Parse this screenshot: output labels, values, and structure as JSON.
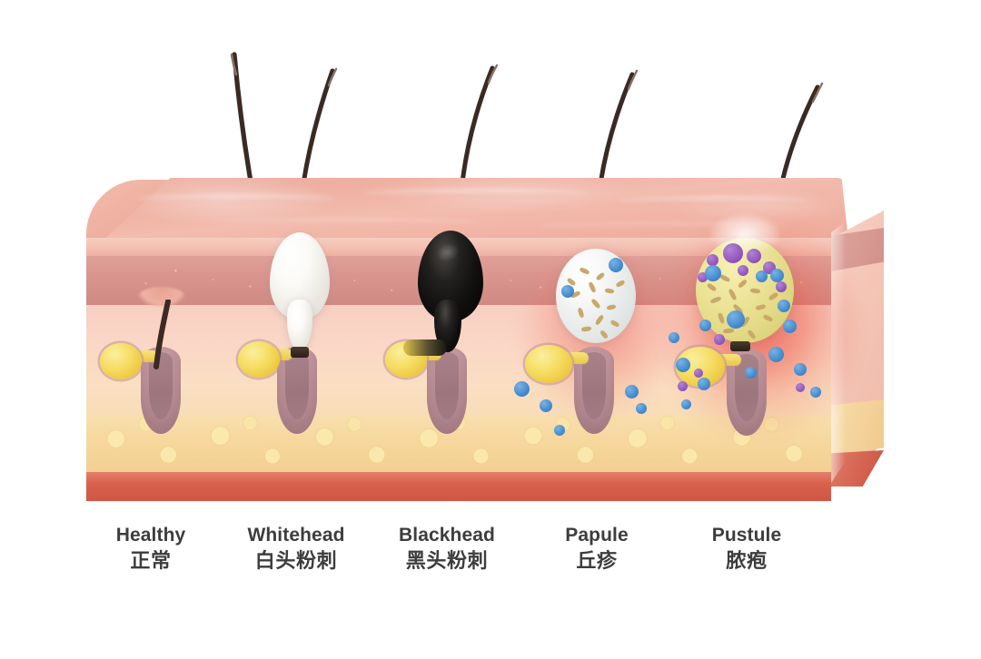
{
  "figure": {
    "type": "medical-illustration",
    "subject": "Cross-section of human skin showing five follicle states / acne lesion types",
    "background_color": "#ffffff"
  },
  "skin_block": {
    "layers": [
      {
        "name": "skin-surface",
        "color": "#f3c0b2"
      },
      {
        "name": "epidermis",
        "color": "#d9958e"
      },
      {
        "name": "dermis",
        "color": "#fad6c6"
      },
      {
        "name": "hypodermis-fat",
        "color": "#f6d79c"
      },
      {
        "name": "muscle-base",
        "color": "#d9614d"
      }
    ],
    "hair_color": "#3a2a22",
    "follicle_color": "#b98f96",
    "sebum_color": "#f6dd63"
  },
  "palette": {
    "inflammation_red": "#e84038",
    "immune_cell_blue": "#3f85c9",
    "immune_cell_purple": "#8e52b8",
    "bacteria_tan": "#c9a86a",
    "pus_yellow": "#eee79d",
    "comedone_white": "#fbfaf7",
    "comedone_black": "#100f0e",
    "label_text": "#3d3d3d"
  },
  "lesions": [
    {
      "id": "healthy",
      "label_en": "Healthy",
      "label_zh": "正常",
      "features": [
        "open follicle",
        "hair shaft",
        "normal sebaceous gland"
      ],
      "inflamed": false
    },
    {
      "id": "whitehead",
      "label_en": "Whitehead",
      "label_zh": "白头粉刺",
      "features": [
        "closed comedone",
        "white keratin plug",
        "trapped sebum"
      ],
      "inflamed": false
    },
    {
      "id": "blackhead",
      "label_en": "Blackhead",
      "label_zh": "黑头粉刺",
      "features": [
        "open comedone",
        "oxidized black plug",
        "trapped sebum"
      ],
      "inflamed": false
    },
    {
      "id": "papule",
      "label_en": "Papule",
      "label_zh": "丘疹",
      "features": [
        "bacteria",
        "immune cells",
        "inflammation",
        "no pus"
      ],
      "inflamed": true
    },
    {
      "id": "pustule",
      "label_en": "Pustule",
      "label_zh": "脓疱",
      "features": [
        "pus",
        "bacteria",
        "immune cells",
        "severe inflammation"
      ],
      "inflamed": true
    }
  ]
}
